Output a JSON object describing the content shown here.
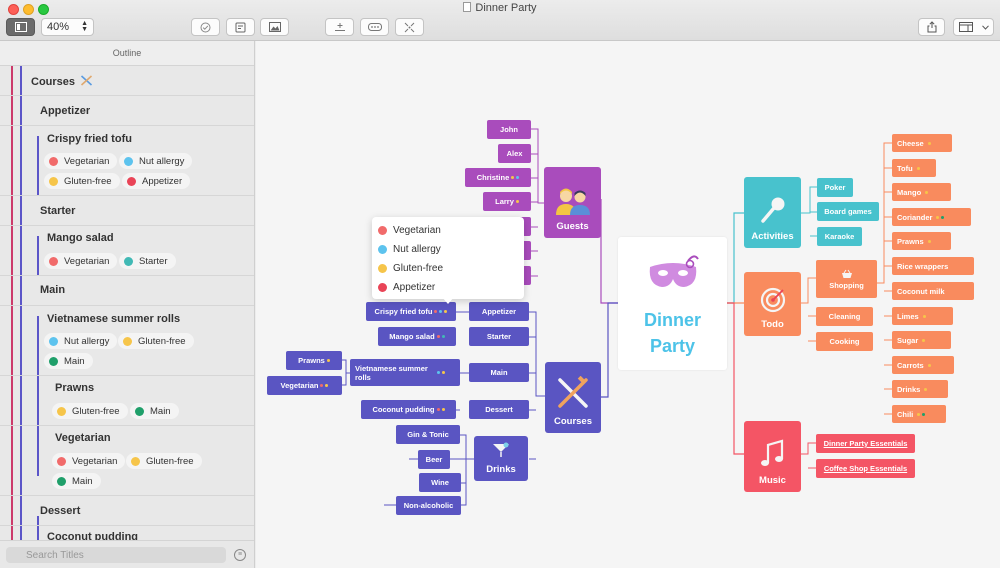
{
  "window": {
    "title": "Dinner Party",
    "zoom": "40%"
  },
  "colors": {
    "guests": "#a94cbc",
    "courses": "#5a55c2",
    "activities": "#48c2cd",
    "todo": "#f98b5e",
    "music": "#f45565",
    "vegetarian": "#f16b6b",
    "nut_allergy": "#5dc3ee",
    "gluten_free": "#f6c54a",
    "appetizer": "#e94457",
    "starter": "#41b9b5",
    "main": "#1f9f6a"
  },
  "sidebar": {
    "header": "Outline",
    "search_placeholder": "Search Titles",
    "rows": [
      {
        "title": "Courses",
        "icon": "cutlery-icon"
      },
      {
        "title": "Appetizer"
      },
      {
        "title": "Crispy fried tofu",
        "tags": [
          "Vegetarian",
          "Nut allergy",
          "Gluten-free",
          "Appetizer"
        ]
      },
      {
        "title": "Starter"
      },
      {
        "title": "Mango salad",
        "tags": [
          "Vegetarian",
          "Starter"
        ]
      },
      {
        "title": "Main"
      },
      {
        "title": "Vietnamese summer rolls",
        "tags": [
          "Nut allergy",
          "Gluten-free",
          "Main"
        ]
      },
      {
        "title": "Prawns",
        "tags": [
          "Gluten-free",
          "Main"
        ]
      },
      {
        "title": "Vegetarian",
        "tags": [
          "Vegetarian",
          "Gluten-free",
          "Main"
        ]
      },
      {
        "title": "Dessert"
      },
      {
        "title": "Coconut pudding"
      }
    ]
  },
  "popup": {
    "items": [
      "Vegetarian",
      "Nut allergy",
      "Gluten-free",
      "Appetizer"
    ]
  },
  "map": {
    "center": {
      "line1": "Dinner",
      "line2": "Party",
      "icon": "mask-icon"
    },
    "guests": {
      "label": "Guests",
      "icon": "people-icon",
      "children": [
        "John",
        "Alex",
        "Christine",
        "Larry"
      ]
    },
    "courses": {
      "label": "Courses",
      "icon": "cutlery-icon",
      "appetizer": "Appetizer",
      "crispy_tofu": "Crispy fried tofu",
      "starter": "Starter",
      "mango_salad": "Mango salad",
      "main": "Main",
      "summer_rolls": "Vietnamese summer rolls",
      "prawns": "Prawns",
      "vegetarian": "Vegetarian",
      "dessert": "Dessert",
      "coconut_pudding": "Coconut pudding",
      "drinks": "Drinks",
      "drinks_children": [
        "Gin & Tonic",
        "Beer",
        "Wine",
        "Non-alcoholic"
      ]
    },
    "activities": {
      "label": "Activities",
      "icon": "microphone-icon",
      "children": [
        "Poker",
        "Board games",
        "Karaoke"
      ]
    },
    "todo": {
      "label": "Todo",
      "icon": "target-icon",
      "shopping": "Shopping",
      "cleaning": "Cleaning",
      "cooking": "Cooking",
      "shopping_items": [
        "Cheese",
        "Tofu",
        "Mango",
        "Coriander",
        "Prawns",
        "Rice wrappers",
        "Coconut milk",
        "Limes",
        "Sugar",
        "Carrots",
        "Drinks",
        "Chili"
      ]
    },
    "music": {
      "label": "Music",
      "icon": "music-note-icon",
      "children": [
        "Dinner Party Essentials",
        "Coffee Shop Essentials"
      ]
    }
  }
}
